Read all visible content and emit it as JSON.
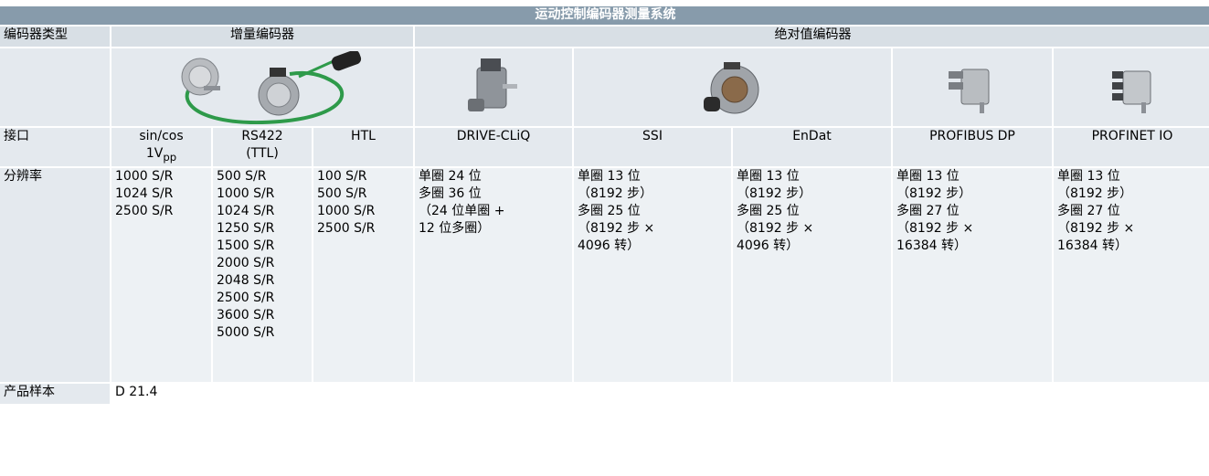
{
  "title": "运动控制编码器测量系统",
  "row_labels": {
    "type": "编码器类型",
    "interface": "接口",
    "resolution": "分辨率",
    "catalog": "产品样本"
  },
  "groups": {
    "incremental": "增量编码器",
    "absolute": "绝对值编码器"
  },
  "interfaces": {
    "sincos_main": "sin/cos",
    "sincos_base": "1V",
    "sincos_sub": "pp",
    "rs422": "RS422\n(TTL)",
    "htl": "HTL",
    "drivecliq": "DRIVE-CLiQ",
    "ssi": "SSI",
    "endat": "EnDat",
    "profibus": "PROFIBUS DP",
    "profinet": "PROFINET IO"
  },
  "resolutions": {
    "sincos": "1000 S/R\n1024 S/R\n2500 S/R",
    "rs422": "500 S/R\n1000 S/R\n1024 S/R\n1250 S/R\n1500 S/R\n2000 S/R\n2048 S/R\n2500 S/R\n3600 S/R\n5000 S/R",
    "htl": "100 S/R\n500 S/R\n1000 S/R\n2500 S/R",
    "drivecliq": "单圈 24 位\n多圈 36 位\n（24 位单圈 +\n12 位多圈）",
    "ssi": "单圈 13 位\n（8192 步）\n多圈 25 位\n（8192 步 ×\n4096 转）",
    "endat": "单圈 13 位\n（8192 步）\n多圈 25 位\n（8192 步 ×\n4096 转）",
    "profibus": "单圈 13 位\n（8192 步）\n多圈 27 位\n（8192 步 ×\n16384 转）",
    "profinet": "单圈 13 位\n（8192 步）\n多圈 27 位\n（8192 步 ×\n16384 转）"
  },
  "catalog": "D 21.4",
  "colors": {
    "title_bg": "#879bab",
    "header_bg": "#d8dfe5",
    "cell_bg": "#e4e9ee",
    "data_bg": "#edf1f4",
    "cable": "#2e9a4a"
  },
  "images": [
    "incremental-encoders-image",
    "drive-cliq-encoder-image",
    "ssi-encoder-image",
    "profibus-encoder-image",
    "profinet-encoder-image"
  ]
}
